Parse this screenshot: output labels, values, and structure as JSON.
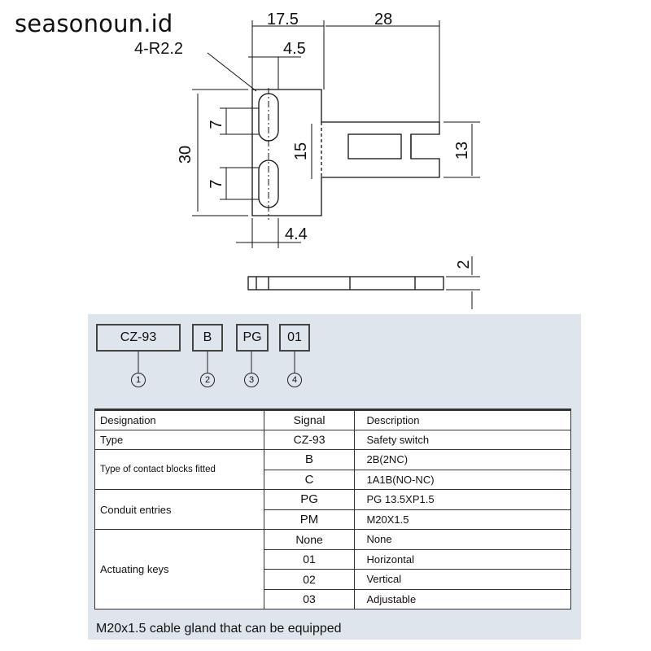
{
  "watermark": "seasonoun.id",
  "drawing": {
    "dim_17_5": "17.5",
    "dim_28": "28",
    "dim_4_r2_2": "4-R2.2",
    "dim_4_5": "4.5",
    "dim_7_top": "7",
    "dim_30": "30",
    "dim_15": "15",
    "dim_13": "13",
    "dim_7_bottom": "7",
    "dim_4_4": "4.4",
    "dim_2": "2"
  },
  "model_code": {
    "parts": [
      "CZ-93",
      "B",
      "PG",
      "01"
    ],
    "markers": [
      "1",
      "2",
      "3",
      "4"
    ]
  },
  "table": {
    "headers": {
      "designation": "Designation",
      "signal": "Signal",
      "description": "Description"
    },
    "type": {
      "label": "Type",
      "signal": "CZ-93",
      "description": "Safety switch"
    },
    "contact": {
      "label": "Type of contact blocks fitted",
      "rows": [
        {
          "signal": "B",
          "description": "2B(2NC)"
        },
        {
          "signal": "C",
          "description": "1A1B(NO-NC)"
        }
      ]
    },
    "conduit": {
      "label": "Conduit entries",
      "rows": [
        {
          "signal": "PG",
          "description": "PG 13.5XP1.5"
        },
        {
          "signal": "PM",
          "description": "M20X1.5"
        }
      ]
    },
    "keys": {
      "label": "Actuating keys",
      "rows": [
        {
          "signal": "None",
          "description": "None"
        },
        {
          "signal": "01",
          "description": "Horizontal"
        },
        {
          "signal": "02",
          "description": "Vertical"
        },
        {
          "signal": "03",
          "description": "Adjustable"
        }
      ]
    }
  },
  "footer": "M20x1.5 cable gland that can be equipped"
}
